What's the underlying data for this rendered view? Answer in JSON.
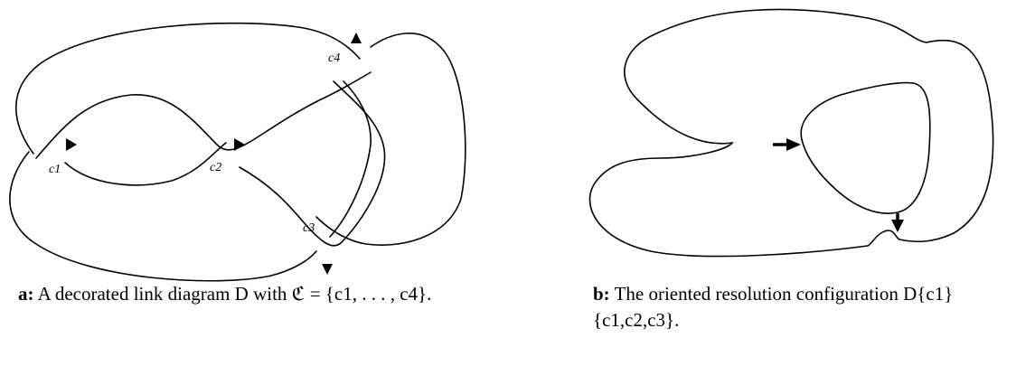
{
  "panel_a": {
    "crossing_labels": [
      "c1",
      "c2",
      "c3",
      "c4"
    ],
    "caption_label": "a:",
    "caption_text": "A decorated link diagram D with ℭ = {c1, . . . , c4}."
  },
  "panel_b": {
    "caption_label": "b:",
    "caption_text": "The oriented resolution configuration D{c1}{c1,c2,c3}."
  }
}
